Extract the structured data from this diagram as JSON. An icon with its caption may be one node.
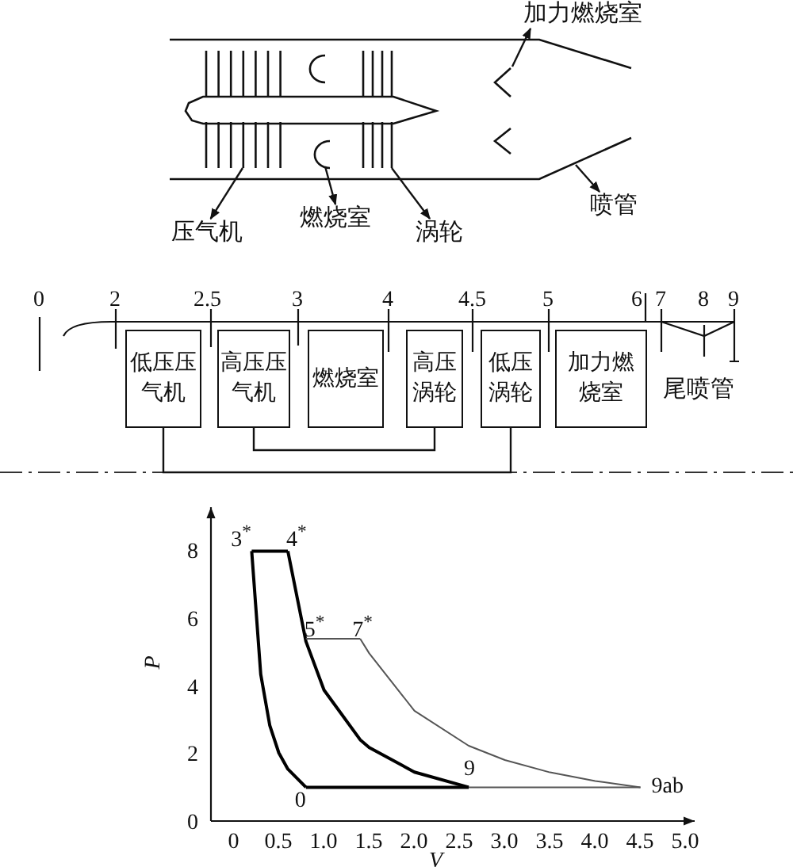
{
  "diagram": {
    "nodes": [
      {
        "text": [
          "加力燃烧室"
        ]
      },
      {
        "text": [
          "压气机"
        ]
      },
      {
        "text": [
          "燃烧室"
        ]
      },
      {
        "text": [
          "涡轮"
        ]
      },
      {
        "text": [
          "喷管"
        ]
      },
      {
        "text": [
          "低压压气机"
        ]
      },
      {
        "text": [
          "高压压气机"
        ]
      },
      {
        "text": [
          "燃烧室"
        ]
      },
      {
        "text": [
          "高压涡轮"
        ]
      },
      {
        "text": [
          "低压涡轮"
        ]
      },
      {
        "text": [
          "加力燃烧室"
        ]
      }
    ],
    "edges": [
      {
        "from": null,
        "to": 0,
        "arrow": "to"
      },
      {
        "from": null,
        "to": 1,
        "arrow": "to"
      },
      {
        "from": null,
        "to": 2,
        "arrow": "to"
      },
      {
        "from": null,
        "to": 3,
        "arrow": "to"
      },
      {
        "from": null,
        "to": 4,
        "arrow": "to"
      },
      {
        "from": 5,
        "to": 9,
        "arrow": "none"
      },
      {
        "from": 6,
        "to": 8,
        "arrow": "none"
      }
    ],
    "labels": [
      "0",
      "2",
      "2.5",
      "3",
      "4",
      "4.5",
      "5",
      "6",
      "7",
      "8",
      "9",
      "尾喷管"
    ],
    "chart_data": {
      "type": "line",
      "xlabel": "V",
      "ylabel": "P",
      "x": [
        0.2,
        0.3,
        0.4,
        0.5,
        0.6,
        0.8,
        1.0,
        1.4,
        1.5,
        2.0,
        2.6,
        3.0,
        3.5,
        4.0,
        4.5
      ],
      "series": [
        {
          "color": "#000000",
          "values": [
            8,
            4.35,
            2.83,
            2.02,
            1.54,
            1,
            null,
            null,
            null,
            null,
            null,
            null,
            null,
            null,
            null
          ]
        },
        {
          "color": "#000000",
          "values": [
            8,
            8,
            8,
            8,
            8,
            null,
            null,
            null,
            null,
            null,
            null,
            null,
            null,
            null,
            null
          ]
        },
        {
          "color": "#000000",
          "values": [
            null,
            null,
            null,
            null,
            8,
            5.32,
            3.88,
            2.41,
            2.18,
            1.45,
            1,
            null,
            null,
            null,
            null
          ]
        },
        {
          "color": "#000000",
          "values": [
            null,
            null,
            null,
            null,
            null,
            1,
            1,
            1,
            1,
            1,
            1,
            null,
            null,
            null,
            null
          ]
        },
        {
          "color": "#555555",
          "values": [
            null,
            null,
            null,
            null,
            null,
            5.4,
            5.4,
            5.4,
            null,
            null,
            null,
            null,
            null,
            null,
            null
          ]
        },
        {
          "color": "#555555",
          "values": [
            null,
            null,
            null,
            null,
            null,
            null,
            null,
            5.4,
            4.97,
            3.27,
            2.23,
            1.81,
            1.44,
            1.19,
            1
          ]
        },
        {
          "color": "#555555",
          "values": [
            null,
            null,
            null,
            null,
            null,
            null,
            null,
            null,
            null,
            null,
            1,
            1,
            1,
            1,
            1
          ]
        }
      ],
      "xlim": [
        -0.25,
        5.1
      ],
      "ylim": [
        0,
        9.3
      ],
      "xticks": [
        {
          "value": 0,
          "label": "0"
        },
        {
          "value": 0.5,
          "label": "0.5"
        },
        {
          "value": 1,
          "label": "1.0"
        },
        {
          "value": 1.5,
          "label": "1.5"
        },
        {
          "value": 2,
          "label": "2.0"
        },
        {
          "value": 2.5,
          "label": "2.5"
        },
        {
          "value": 3,
          "label": "3.0"
        },
        {
          "value": 3.5,
          "label": "3.5"
        },
        {
          "value": 4,
          "label": "4.0"
        },
        {
          "value": 4.5,
          "label": "4.5"
        },
        {
          "value": 5,
          "label": "5.0"
        }
      ],
      "yticks": [
        {
          "value": 0,
          "label": "0"
        },
        {
          "value": 2,
          "label": "2"
        },
        {
          "value": 4,
          "label": "4"
        },
        {
          "value": 6,
          "label": "6"
        },
        {
          "value": 8,
          "label": "8"
        }
      ],
      "annotations": [
        {
          "x": 0.2,
          "y": 8,
          "text": "3$^{*}$"
        },
        {
          "x": 0.6,
          "y": 8,
          "text": "4$^{*}$"
        },
        {
          "x": 0.8,
          "y": 5.4,
          "text": "5$^{*}$"
        },
        {
          "x": 1.4,
          "y": 5.4,
          "text": "7$^{*}$"
        },
        {
          "x": 0.8,
          "y": 1,
          "text": "0"
        },
        {
          "x": 2.6,
          "y": 1,
          "text": "9"
        },
        {
          "x": 4.5,
          "y": 1,
          "text": "9ab"
        }
      ]
    }
  }
}
